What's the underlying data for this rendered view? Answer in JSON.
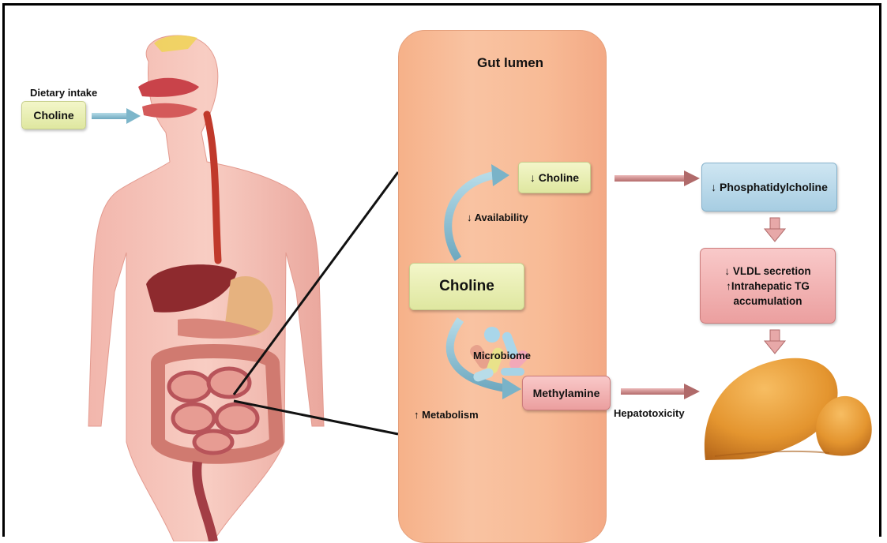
{
  "diagram": {
    "dietary_intake_label": "Dietary intake",
    "dietary_choline_box": "Choline",
    "gut_lumen_title": "Gut lumen",
    "choline_decreased_box": "↓ Choline",
    "availability_label": "↓ Availability",
    "central_choline_box": "Choline",
    "microbiome_label": "Microbiome",
    "methylamine_box": "Methylamine",
    "metabolism_label": "↑ Metabolism",
    "hepatotoxicity_label": "Hepatotoxicity",
    "phosphatidylcholine_box": "↓ Phosphatidylcholine",
    "liver_effects_box": {
      "line1": "↓ VLDL secretion",
      "line2": "↑Intrahepatic TG",
      "line3": "accumulation"
    }
  },
  "colors": {
    "gut_lumen_fill": "#f8bb96",
    "yellow_box": "#e6ecb0",
    "blue_box": "#b7d8ea",
    "pink_box": "#f2b3b3",
    "arrow_blue": "#8ec3d6",
    "arrow_pink": "#c98282",
    "liver": "#e79a3a"
  },
  "icons": [
    "human-body-illustration",
    "bacteria-cluster-icon",
    "liver-illustration"
  ]
}
